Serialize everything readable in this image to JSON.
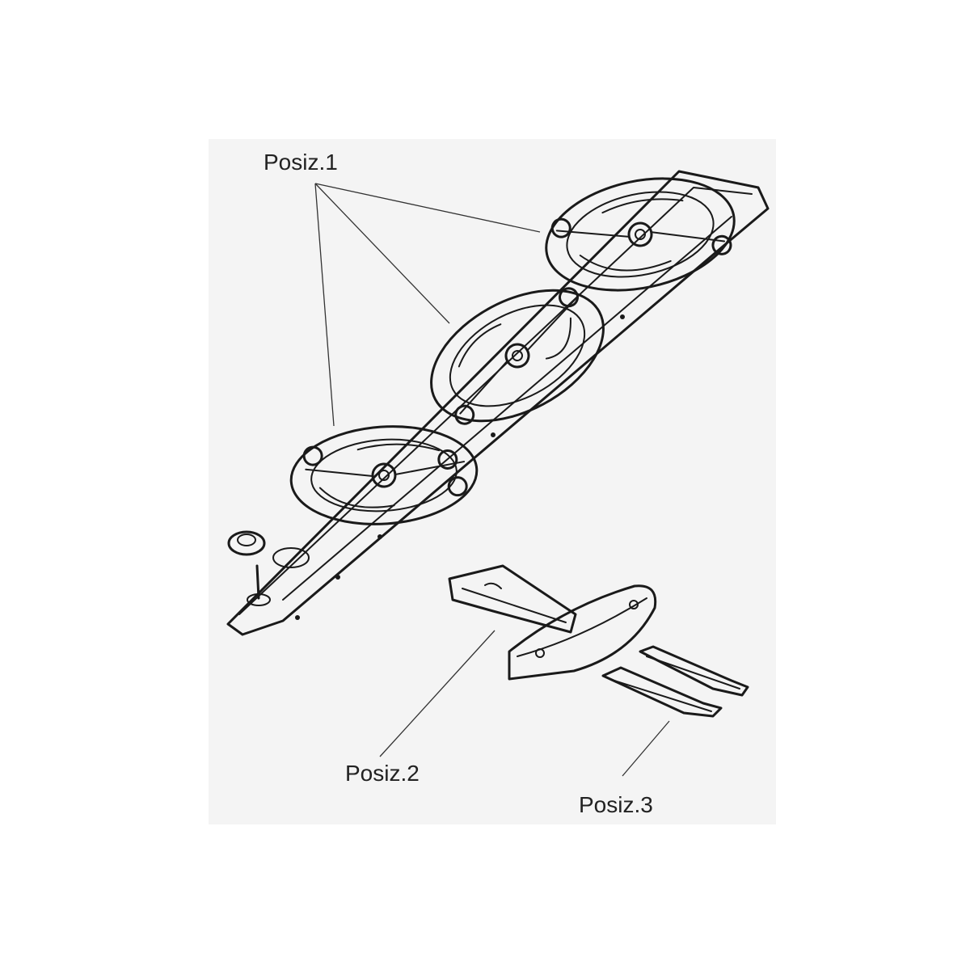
{
  "labels": {
    "pos1": "Posiz.1",
    "pos2": "Posiz.2",
    "pos3": "Posiz.3"
  },
  "colors": {
    "ink": "#1a1a1a",
    "paper": "#ffffff",
    "panel": "#f4f4f4",
    "part_fill": "#f7f7f7"
  }
}
